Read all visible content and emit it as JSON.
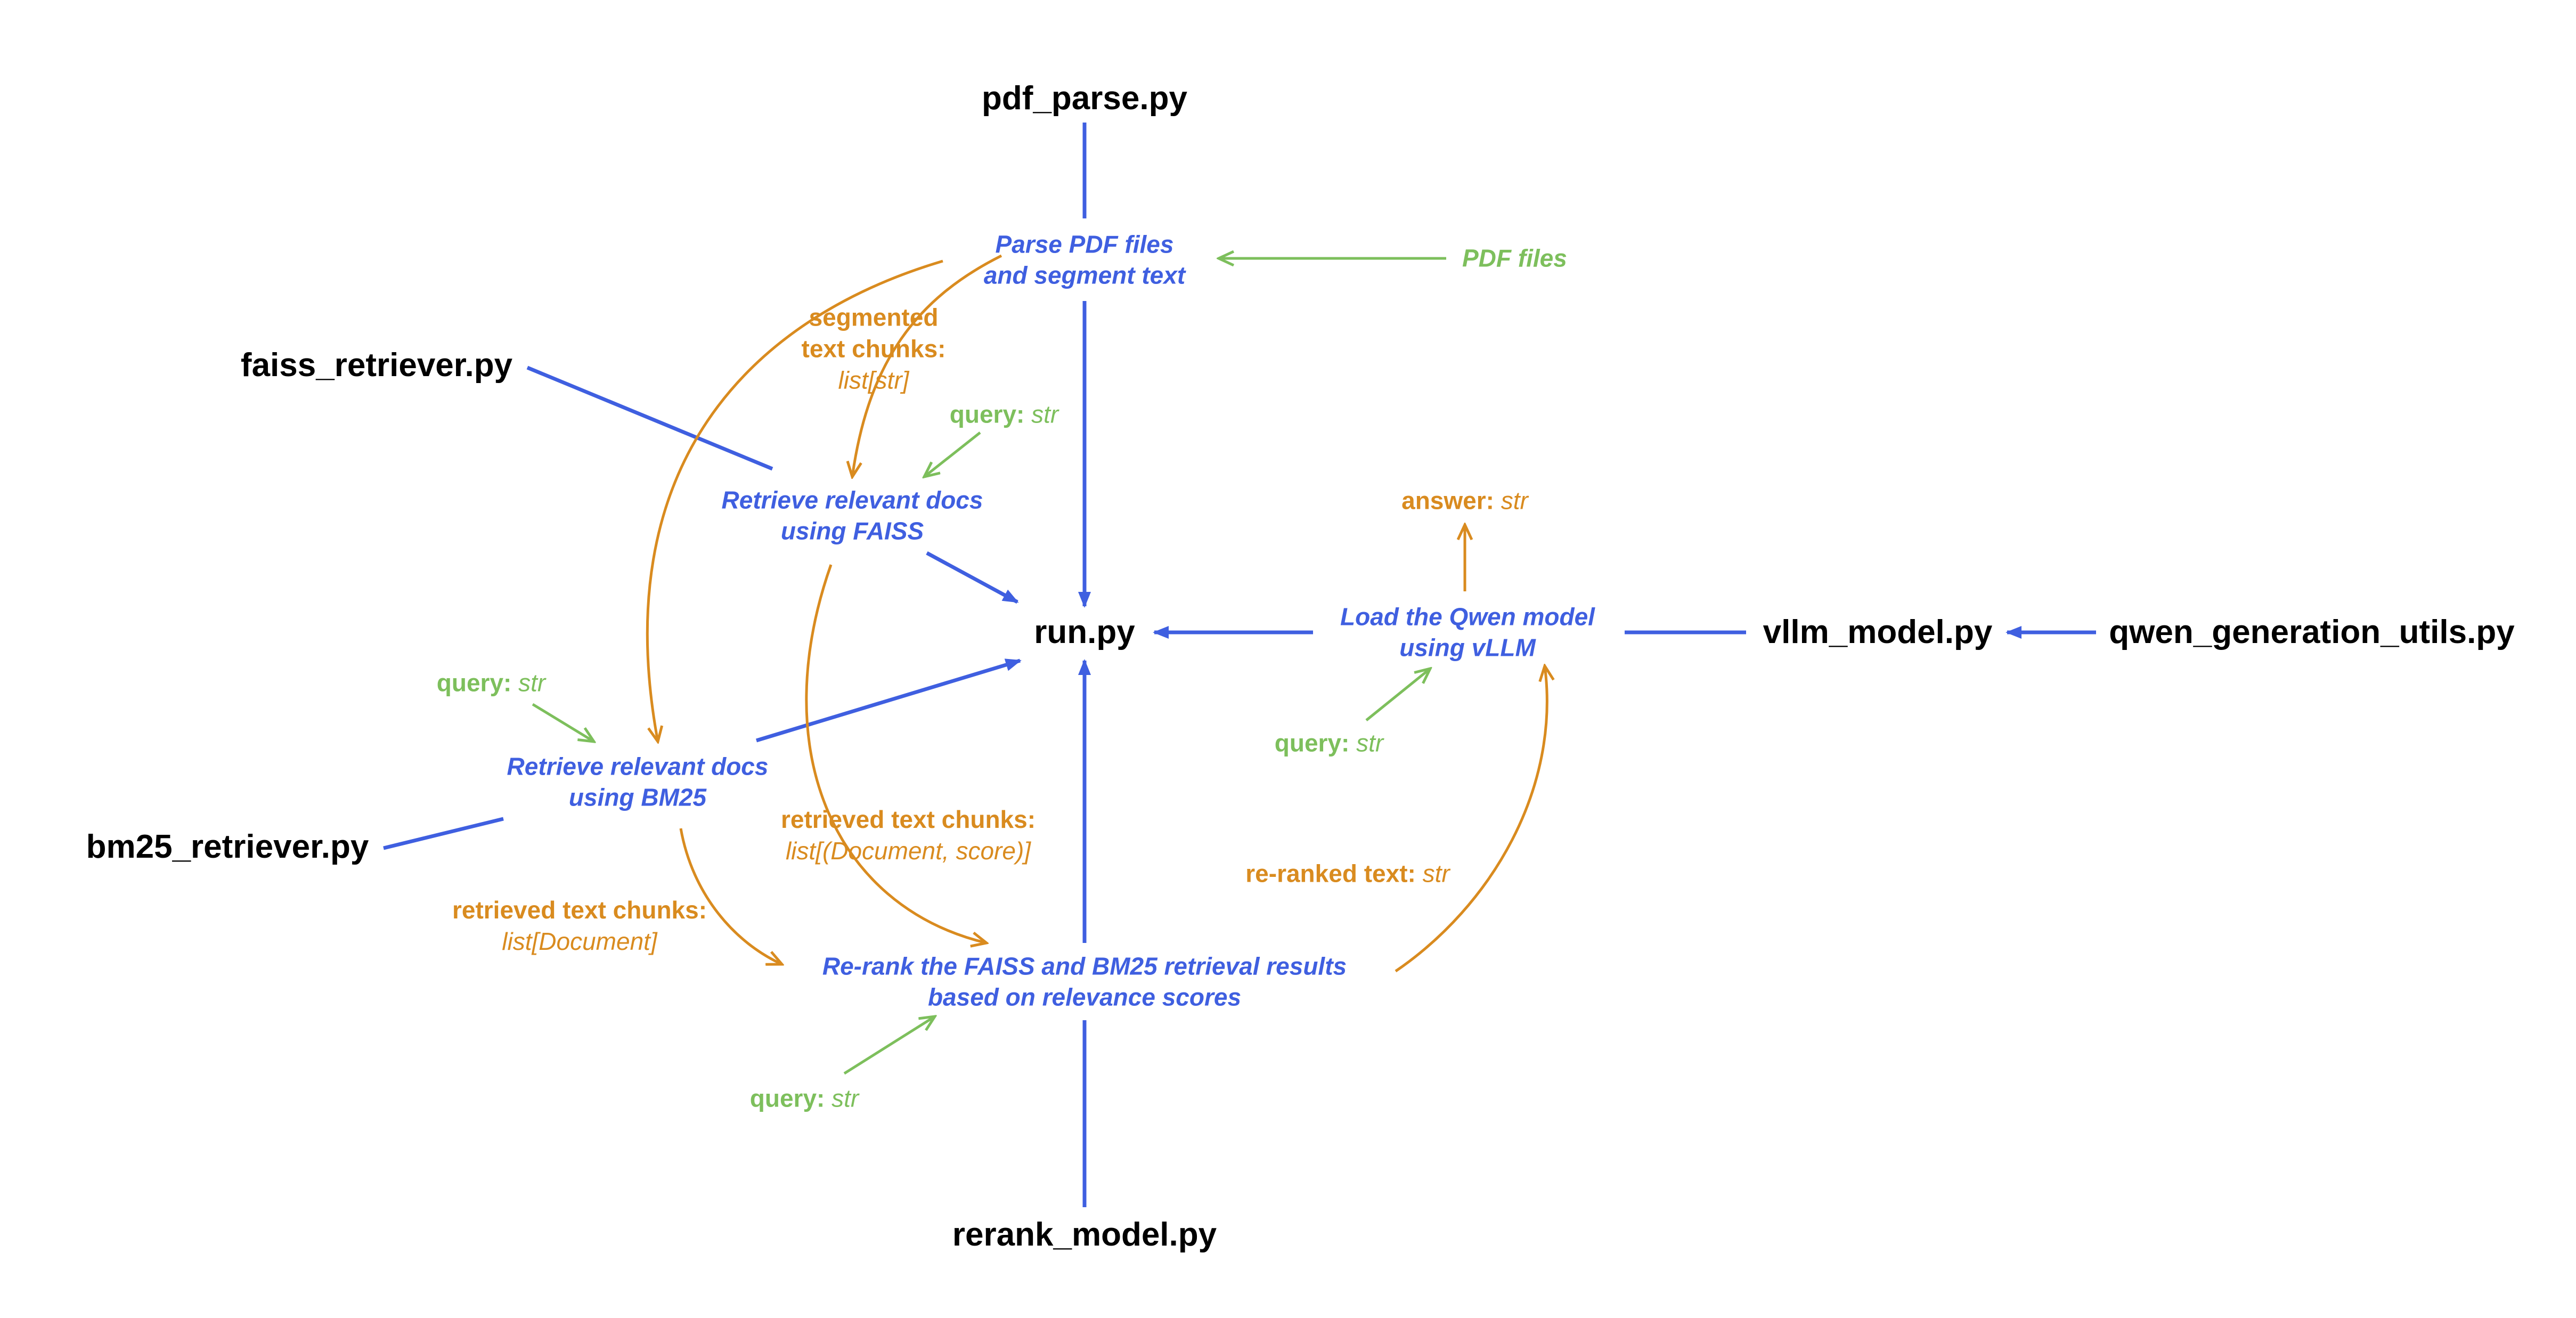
{
  "colors": {
    "module": "#000000",
    "process": "#3f5fe0",
    "input": "#7dbf5c",
    "output": "#d98b1f",
    "background": "#ffffff"
  },
  "nodes": {
    "pdf_parse": "pdf_parse.py",
    "faiss_retriever": "faiss_retriever.py",
    "bm25_retriever": "bm25_retriever.py",
    "run": "run.py",
    "vllm_model": "vllm_model.py",
    "qwen_generation_utils": "qwen_generation_utils.py",
    "rerank_model": "rerank_model.py"
  },
  "processes": {
    "parse_pdf": [
      "Parse PDF files",
      "and segment text"
    ],
    "faiss_retrieve": [
      "Retrieve relevant docs",
      "using FAISS"
    ],
    "bm25_retrieve": [
      "Retrieve relevant docs",
      "using BM25"
    ],
    "load_qwen": [
      "Load the Qwen model",
      "using vLLM"
    ],
    "rerank": [
      "Re-rank the FAISS and BM25 retrieval results",
      "based on relevance scores"
    ]
  },
  "io_labels": {
    "pdf_files": "PDF files",
    "segmented_chunks": {
      "key": [
        "segmented",
        "text chunks:"
      ],
      "type": "list[str]"
    },
    "query_faiss": {
      "key": "query:",
      "type": "str"
    },
    "query_bm25": {
      "key": "query:",
      "type": "str"
    },
    "query_qwen": {
      "key": "query:",
      "type": "str"
    },
    "query_rerank": {
      "key": "query:",
      "type": "str"
    },
    "answer": {
      "key": "answer:",
      "type": "str"
    },
    "faiss_chunks": {
      "key": "retrieved text chunks:",
      "type": "list[(Document, score)]"
    },
    "bm25_chunks": {
      "key": "retrieved text chunks:",
      "type": "list[Document]"
    },
    "reranked": {
      "key": "re-ranked text:",
      "type": "str"
    }
  }
}
